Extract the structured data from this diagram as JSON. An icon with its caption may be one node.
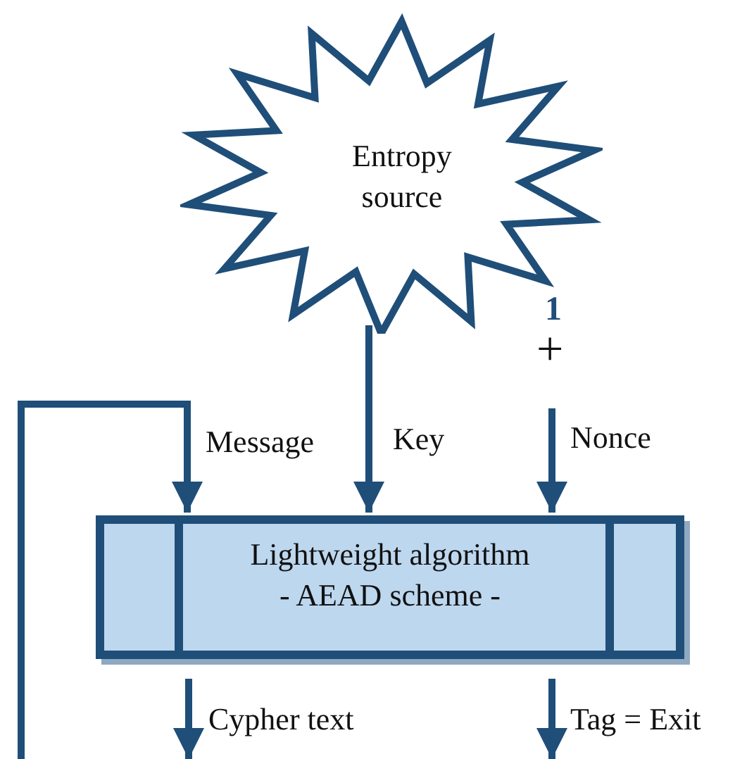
{
  "diagram": {
    "nodes": [
      {
        "text": [
          "Entropy source"
        ]
      },
      {
        "text": [
          "Lightweight algorithm - AEAD scheme -"
        ]
      }
    ],
    "edges": [
      {
        "from": null,
        "to": 1,
        "arrow": "to",
        "label": "Message"
      },
      {
        "from": 0,
        "to": 1,
        "arrow": "to",
        "label": "Key"
      },
      {
        "from": null,
        "to": 1,
        "arrow": "to",
        "label": "Nonce"
      },
      {
        "from": 1,
        "to": null,
        "arrow": "to",
        "label": "Cypher text"
      },
      {
        "from": 1,
        "to": null,
        "arrow": "to",
        "label": "Tag = Exit"
      }
    ],
    "labels": [
      "1",
      "+"
    ]
  }
}
